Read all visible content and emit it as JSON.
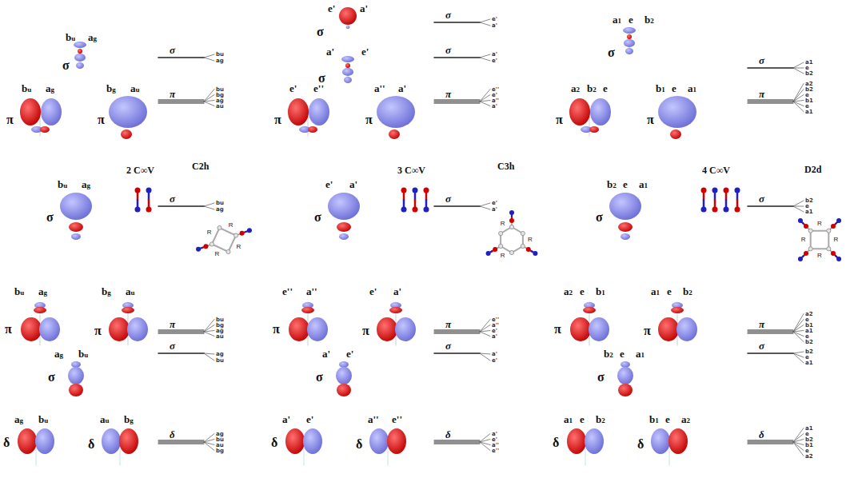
{
  "diagram": {
    "labels": [
      "bu",
      "ag",
      "σ",
      "σ",
      "bu",
      "ag",
      "bu",
      "ag",
      "π",
      "bg",
      "au",
      "π",
      "π",
      "bu",
      "bg",
      "ag",
      "au",
      "bu",
      "ag",
      "σ",
      "σ",
      "bu",
      "ag",
      "2 C∞V",
      "C2h",
      "R",
      "R",
      "R",
      "R",
      "bu",
      "ag",
      "π",
      "bg",
      "au",
      "π",
      "ag",
      "bu",
      "σ",
      "π",
      "bu",
      "bg",
      "ag",
      "au",
      "σ",
      "ag",
      "bu",
      "ag",
      "bu",
      "δ",
      "au",
      "bg",
      "δ",
      "δ",
      "ag",
      "bu",
      "au",
      "bg",
      "e'",
      "a'",
      "σ",
      "σ",
      "e'",
      "a'",
      "a'",
      "e'",
      "σ",
      "σ",
      "a'",
      "e'",
      "e'",
      "e''",
      "π",
      "a''",
      "a'",
      "π",
      "π",
      "e''",
      "e'",
      "a''",
      "a'",
      "e'",
      "a'",
      "σ",
      "σ",
      "e'",
      "a'",
      "3 C∞V",
      "C3h",
      "R",
      "R",
      "R",
      "e''",
      "a''",
      "π",
      "e'",
      "a'",
      "π",
      "a'",
      "e'",
      "σ",
      "π",
      "e''",
      "a''",
      "e'",
      "a'",
      "σ",
      "a'",
      "e'",
      "a'",
      "e'",
      "δ",
      "a''",
      "e''",
      "δ",
      "δ",
      "a'",
      "e'",
      "a''",
      "e''",
      "a1",
      "e",
      "b2",
      "σ",
      "σ",
      "a1",
      "e",
      "b2",
      "a2",
      "b2",
      "e",
      "π",
      "b1",
      "e",
      "a1",
      "π",
      "π",
      "a2",
      "b2",
      "e",
      "b1",
      "e",
      "a1",
      "b2",
      "e",
      "a1",
      "σ",
      "σ",
      "b2",
      "e",
      "a1",
      "4 C∞V",
      "D2d",
      "R",
      "R",
      "R",
      "R",
      "a2",
      "e",
      "b1",
      "π",
      "a1",
      "e",
      "b2",
      "π",
      "b2",
      "e",
      "a1",
      "σ",
      "π",
      "a2",
      "e",
      "b1",
      "a1",
      "e",
      "b2",
      "σ",
      "b2",
      "e",
      "a1",
      "a1",
      "e",
      "b2",
      "δ",
      "b1",
      "e",
      "a2",
      "δ",
      "δ",
      "a1",
      "e",
      "b2",
      "b1",
      "e",
      "a2"
    ]
  }
}
